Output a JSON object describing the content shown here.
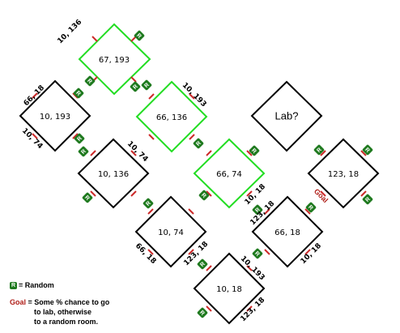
{
  "rooms": [
    {
      "id": "r1",
      "label": "67, 193",
      "highlight": true
    },
    {
      "id": "r2",
      "label": "10, 193",
      "highlight": false
    },
    {
      "id": "r3",
      "label": "66, 136",
      "highlight": true
    },
    {
      "id": "r4",
      "label": "10, 136",
      "highlight": false
    },
    {
      "id": "r5",
      "label": "66, 74",
      "highlight": true
    },
    {
      "id": "r6",
      "label": "10, 74",
      "highlight": false
    },
    {
      "id": "r7",
      "label": "66, 18",
      "highlight": false
    },
    {
      "id": "r8",
      "label": "123, 18",
      "highlight": false
    },
    {
      "id": "r9",
      "label": "10, 18",
      "highlight": false
    },
    {
      "id": "lab",
      "label": "Lab?",
      "highlight": false
    }
  ],
  "edge_labels": [
    "10, 136",
    "66, 18",
    "10, 74",
    "10, 193",
    "10, 74",
    "10, 18",
    "123, 18",
    "66, 18",
    "123, 18",
    "10, 18",
    "10, 193",
    "123, 18",
    "Goal"
  ],
  "legend": {
    "r_symbol": "R",
    "r_text": "= Random",
    "goal_word": "Goal",
    "goal_text_1": "= Some % chance to go",
    "goal_text_2": "to lab, otherwise",
    "goal_text_3": "to a random room."
  },
  "colors": {
    "highlight_stroke": "#22dd22",
    "normal_stroke": "#000000",
    "door_mark": "#cc2a2a",
    "random_badge": "#1f7a1f",
    "goal_text": "#b0201a"
  }
}
